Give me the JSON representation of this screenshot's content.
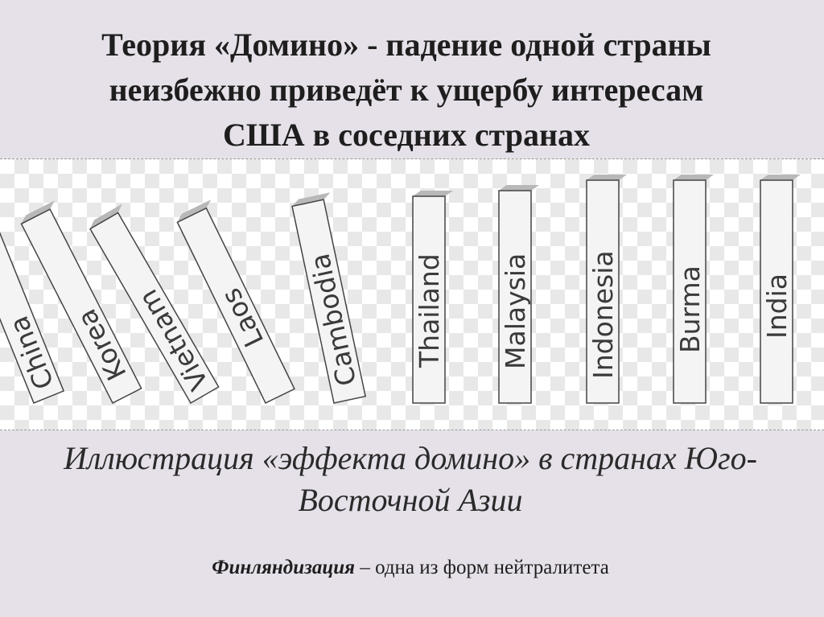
{
  "slide": {
    "title_prefix": "Теория ",
    "title_bold": "«Домино»",
    "title_rest": " - падение одной страны неизбежно приведёт к ущербу интересам США в соседних странах",
    "caption": "Иллюстрация «эффекта домино» в странах Юго-Восточной Азии",
    "note_term": "Финляндизация",
    "note_rest": " – одна из форм нейтралитета"
  },
  "figure": {
    "dominoes": [
      "China",
      "Korea",
      "Vietnam",
      "Laos",
      "Cambodia",
      "Thailand",
      "Malaysia",
      "Indonesia",
      "Burma",
      "India"
    ]
  }
}
